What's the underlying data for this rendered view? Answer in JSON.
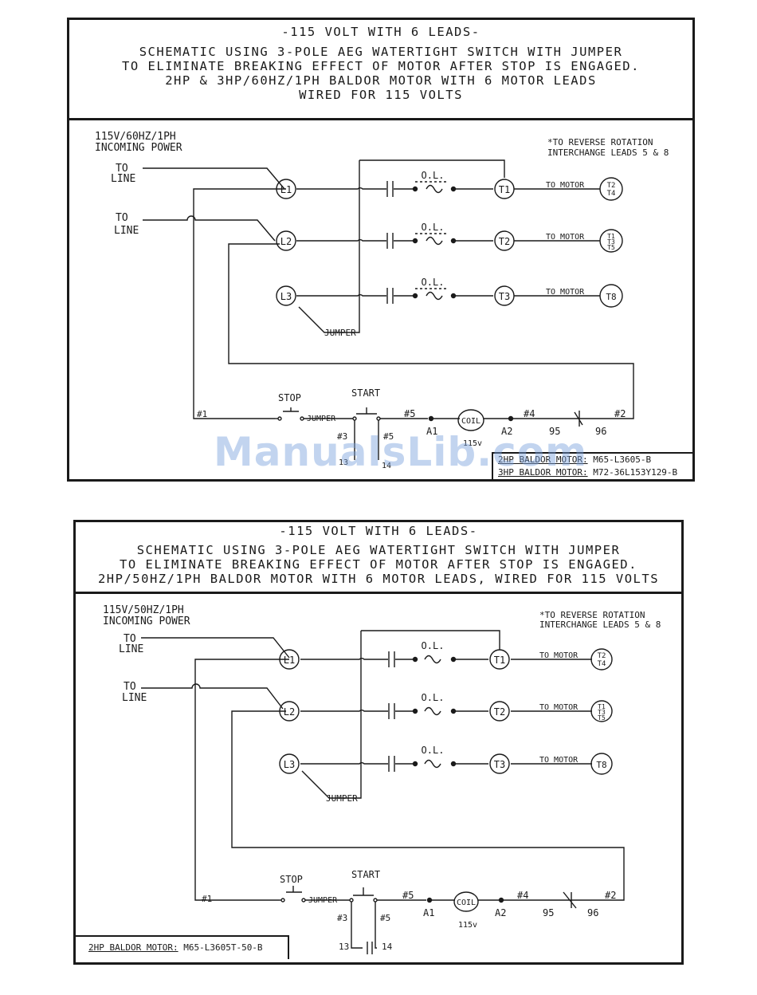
{
  "diagram1": {
    "title_lines": [
      "-115 VOLT WITH 6 LEADS-",
      "SCHEMATIC USING 3-POLE AEG WATERTIGHT SWITCH WITH JUMPER",
      "TO ELIMINATE BREAKING EFFECT OF MOTOR AFTER STOP IS ENGAGED.",
      "2HP & 3HP/60HZ/1PH BALDOR MOTOR WITH 6 MOTOR LEADS",
      "WIRED FOR 115 VOLTS"
    ],
    "incoming_power": [
      "115V/60HZ/1PH",
      "INCOMING POWER"
    ],
    "note": [
      "*TO REVERSE ROTATION",
      "INTERCHANGE LEADS 5 & 8"
    ],
    "to_line": [
      "TO",
      "LINE"
    ],
    "line_terminals": [
      "L1",
      "L2",
      "L3"
    ],
    "load_terminals": [
      "T1",
      "T2",
      "T3"
    ],
    "overload_label": "O.L.",
    "to_motor": "TO MOTOR",
    "motor_leads": [
      [
        "T2",
        "T4"
      ],
      [
        "T1",
        "T3",
        "T5"
      ],
      [
        "T8"
      ]
    ],
    "jumper": "JUMPER",
    "stop": "STOP",
    "start": "START",
    "wire_1": "#1",
    "wire_3": "#3",
    "wire_5": "#5",
    "wire_4": "#4",
    "wire_2": "#2",
    "a1": "A1",
    "a2": "A2",
    "coil": "COIL",
    "coil_voltage": "115v",
    "t95": "95",
    "t96": "96",
    "t13": "13",
    "t14": "14",
    "parts": [
      {
        "label": "2HP BALDOR MOTOR:",
        "model": "M65-L3605-B"
      },
      {
        "label": "3HP BALDOR MOTOR:",
        "model": "M72-36L153Y129-B"
      }
    ]
  },
  "diagram2": {
    "title_lines": [
      "-115 VOLT WITH 6 LEADS-",
      "SCHEMATIC USING 3-POLE AEG WATERTIGHT SWITCH WITH JUMPER",
      "TO ELIMINATE BREAKING EFFECT OF MOTOR AFTER STOP IS ENGAGED.",
      "2HP/50HZ/1PH BALDOR MOTOR WITH 6 MOTOR LEADS, WIRED FOR 115 VOLTS"
    ],
    "incoming_power": [
      "115V/50HZ/1PH",
      "INCOMING POWER"
    ],
    "note": [
      "*TO REVERSE ROTATION",
      "INTERCHANGE LEADS 5 & 8"
    ],
    "to_line": [
      "TO",
      "LINE"
    ],
    "line_terminals": [
      "L1",
      "L2",
      "L3"
    ],
    "load_terminals": [
      "T1",
      "T2",
      "T3"
    ],
    "overload_label": "O.L.",
    "to_motor": "TO MOTOR",
    "motor_leads": [
      [
        "T2",
        "T4"
      ],
      [
        "T1",
        "T3",
        "T5"
      ],
      [
        "T8"
      ]
    ],
    "jumper": "JUMPER",
    "stop": "STOP",
    "start": "START",
    "wire_1": "#1",
    "wire_3": "#3",
    "wire_5": "#5",
    "wire_4": "#4",
    "wire_2": "#2",
    "a1": "A1",
    "a2": "A2",
    "coil": "COIL",
    "coil_voltage": "115v",
    "t95": "95",
    "t96": "96",
    "t13": "13",
    "t14": "14",
    "parts": [
      {
        "label": "2HP BALDOR MOTOR:",
        "model": "M65-L3605T-50-B"
      }
    ]
  },
  "watermark": "ManualsLib.com"
}
